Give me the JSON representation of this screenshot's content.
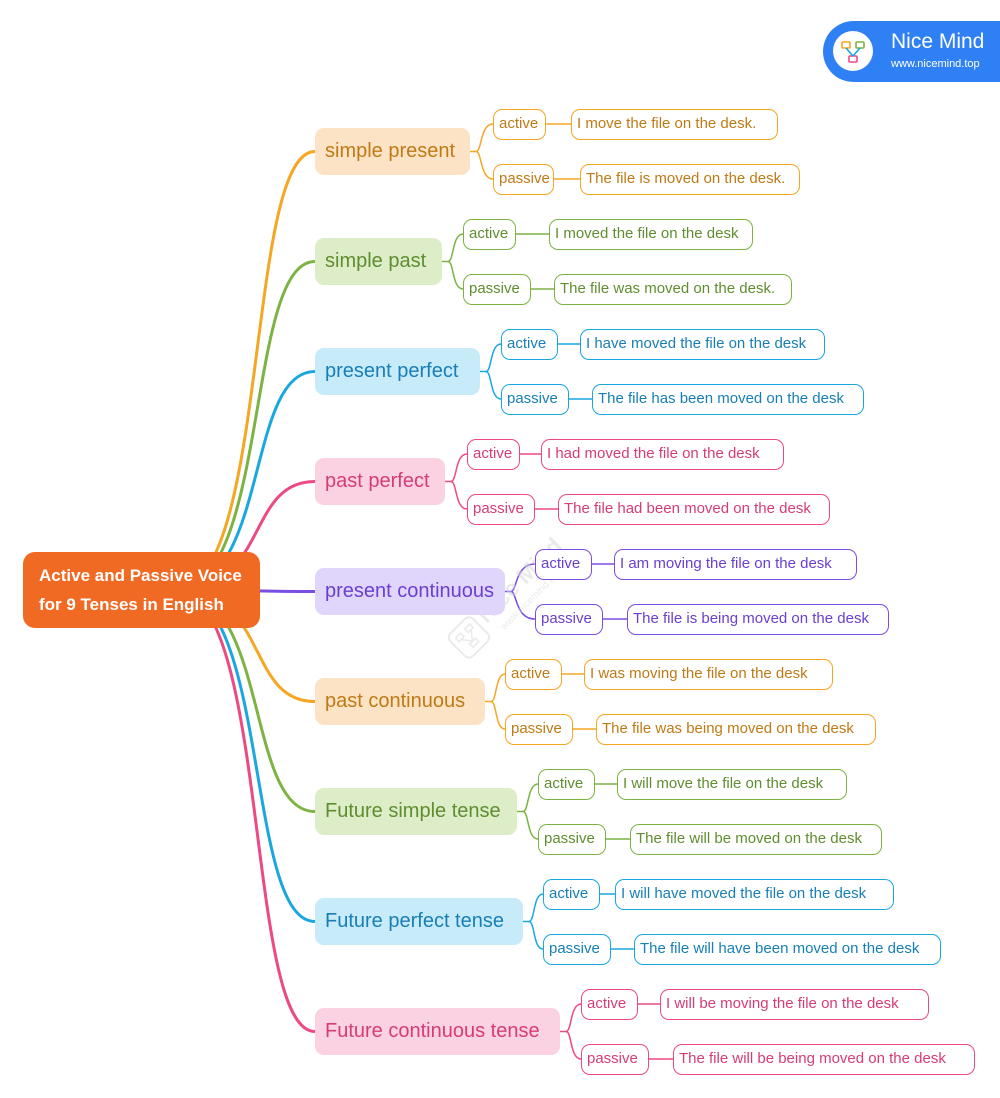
{
  "root": {
    "line1": "Active and Passive Voice",
    "line2": "for 9 Tenses in English",
    "color": "#f06a23"
  },
  "logo": {
    "name": "Nice Mind",
    "url": "www.nicemind.top"
  },
  "watermark": {
    "name": "Nice Mind",
    "url": "www.nicemind.top"
  },
  "tenses": [
    {
      "label": "simple present",
      "color": "#f5a623",
      "fill": "#fde3c6",
      "text": "#bf7a16",
      "active_label": "active",
      "active": "I  move  the file on the desk.",
      "passive_label": "passive",
      "passive": "The file is moved on the desk."
    },
    {
      "label": "simple past",
      "color": "#7cb342",
      "fill": "#dcedc8",
      "text": "#5f8d2f",
      "active_label": "active",
      "active": "I moved the file on the desk",
      "passive_label": "passive",
      "passive": "The file was moved on the desk."
    },
    {
      "label": "present perfect",
      "color": "#1aa7e0",
      "fill": "#c8ebfa",
      "text": "#177fb5",
      "active_label": "active",
      "active": "I have moved the file on the desk",
      "passive_label": "passive",
      "passive": "The file has been moved on the desk"
    },
    {
      "label": "past perfect",
      "color": "#ec4985",
      "fill": "#fbd2e2",
      "text": "#d63c76",
      "active_label": "active",
      "active": "I  had moved the file on the desk",
      "passive_label": "passive",
      "passive": "The file had been moved on the desk"
    },
    {
      "label": "present continuous",
      "color": "#7b4ee3",
      "fill": "#e0d5fa",
      "text": "#6a3fd1",
      "active_label": "active",
      "active": "I am  moving the file on the desk",
      "passive_label": "passive",
      "passive": "The file is being moved on the desk"
    },
    {
      "label": "past continuous",
      "color": "#f5a623",
      "fill": "#fde3c6",
      "text": "#bf7a16",
      "active_label": "active",
      "active": "I  was moving the file on the desk",
      "passive_label": "passive",
      "passive": "The file was being moved on the desk"
    },
    {
      "label": "Future simple tense",
      "color": "#7cb342",
      "fill": "#dcedc8",
      "text": "#5f8d2f",
      "active_label": "active",
      "active": "I  will move the file on the desk",
      "passive_label": "passive",
      "passive": "The file will be moved on the desk"
    },
    {
      "label": "Future perfect tense",
      "color": "#1aa7e0",
      "fill": "#c8ebfa",
      "text": "#177fb5",
      "active_label": "active",
      "active": "I  will have moved the file on the desk",
      "passive_label": "passive",
      "passive": "The file will have been moved on the desk"
    },
    {
      "label": "Future continuous tense",
      "color": "#ec4985",
      "fill": "#fbd2e2",
      "text": "#d63c76",
      "active_label": "active",
      "active": "I  will be moving  the file on the desk",
      "passive_label": "passive",
      "passive": "The file will be being  moved  on the desk"
    }
  ]
}
